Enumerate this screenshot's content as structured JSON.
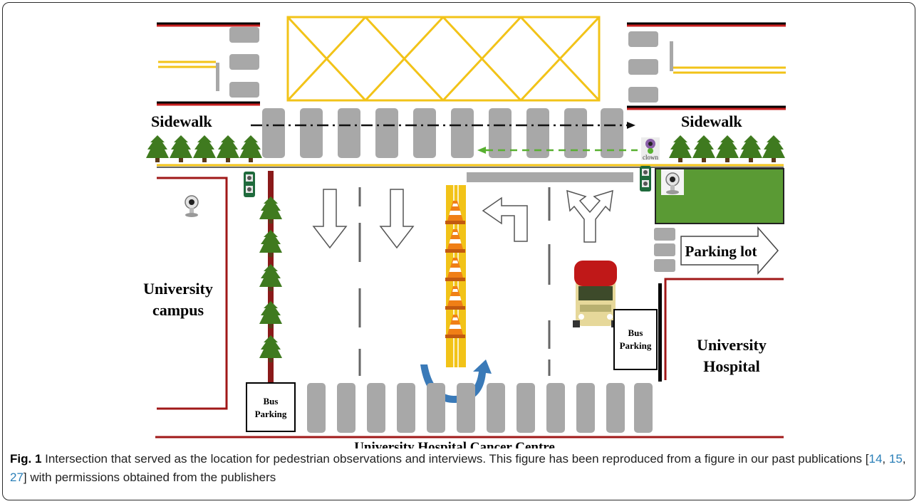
{
  "labels": {
    "sidewalk_left": "Sidewalk",
    "sidewalk_right": "Sidewalk",
    "campus_line1": "University",
    "campus_line2": "campus",
    "hospital_line1": "University",
    "hospital_line2": "Hospital",
    "parking_lot": "Parking lot",
    "bus_parking_line1": "Bus",
    "bus_parking_line2": "Parking",
    "cancer_centre": "University Hospital Cancer Centre",
    "camera_label": "clown"
  },
  "caption": {
    "fig_label": "Fig. 1",
    "text_before_refs": " Intersection that served as the location for pedestrian observations and interviews. This figure has been reproduced from a figure in our past publications [",
    "ref1": "14",
    "sep1": ", ",
    "ref2": "15",
    "sep2": ", ",
    "ref3": "27",
    "text_after_refs": "] with permissions obtained from the publishers"
  },
  "colors": {
    "road_marking_yellow": "#f2c318",
    "curb_red": "#a01818",
    "crosswalk_gray": "#a8a8a8",
    "tree_green": "#3f7a1f",
    "grass_green": "#5a9a34",
    "path_green": "#58b030",
    "ref_blue": "#2a7fb8"
  }
}
